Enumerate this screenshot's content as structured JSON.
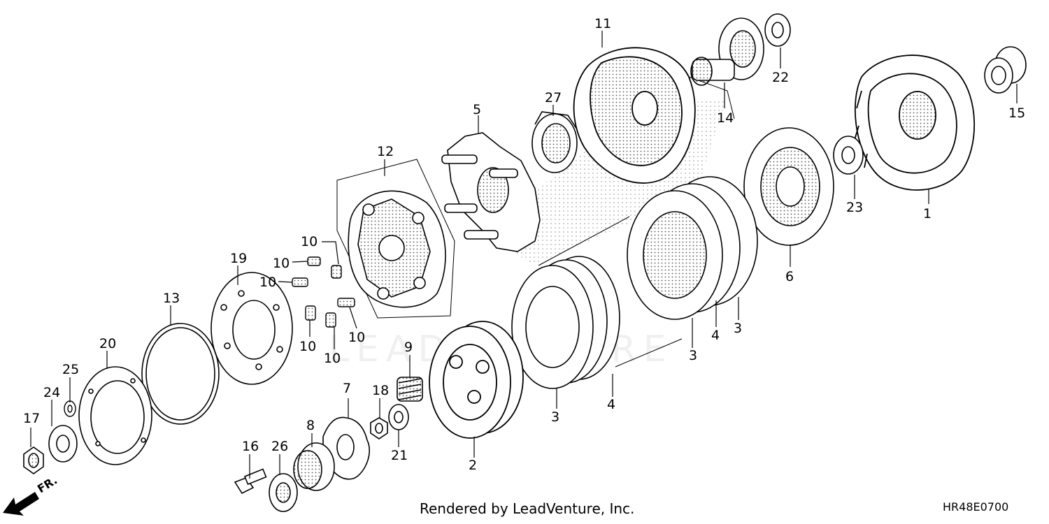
{
  "footer": {
    "rendered_by": "Rendered by LeadVenture, Inc.",
    "diagram_code": "HR48E0700"
  },
  "watermark": "LEADVENTURE",
  "front_arrow": "FR.",
  "callouts": [
    {
      "id": "c1",
      "label": "1"
    },
    {
      "id": "c2",
      "label": "2"
    },
    {
      "id": "c3a",
      "label": "3"
    },
    {
      "id": "c3b",
      "label": "3"
    },
    {
      "id": "c3c",
      "label": "3"
    },
    {
      "id": "c4a",
      "label": "4"
    },
    {
      "id": "c4b",
      "label": "4"
    },
    {
      "id": "c5",
      "label": "5"
    },
    {
      "id": "c6",
      "label": "6"
    },
    {
      "id": "c7",
      "label": "7"
    },
    {
      "id": "c8",
      "label": "8"
    },
    {
      "id": "c9",
      "label": "9"
    },
    {
      "id": "c10a",
      "label": "10"
    },
    {
      "id": "c10b",
      "label": "10"
    },
    {
      "id": "c10c",
      "label": "10"
    },
    {
      "id": "c10d",
      "label": "10"
    },
    {
      "id": "c10e",
      "label": "10"
    },
    {
      "id": "c10f",
      "label": "10"
    },
    {
      "id": "c11",
      "label": "11"
    },
    {
      "id": "c12",
      "label": "12"
    },
    {
      "id": "c13",
      "label": "13"
    },
    {
      "id": "c14",
      "label": "14"
    },
    {
      "id": "c15",
      "label": "15"
    },
    {
      "id": "c16",
      "label": "16"
    },
    {
      "id": "c17",
      "label": "17"
    },
    {
      "id": "c18",
      "label": "18"
    },
    {
      "id": "c19",
      "label": "19"
    },
    {
      "id": "c20",
      "label": "20"
    },
    {
      "id": "c21",
      "label": "21"
    },
    {
      "id": "c22",
      "label": "22"
    },
    {
      "id": "c23",
      "label": "23"
    },
    {
      "id": "c24",
      "label": "24"
    },
    {
      "id": "c25",
      "label": "25"
    },
    {
      "id": "c26",
      "label": "26"
    },
    {
      "id": "c27",
      "label": "27"
    }
  ]
}
